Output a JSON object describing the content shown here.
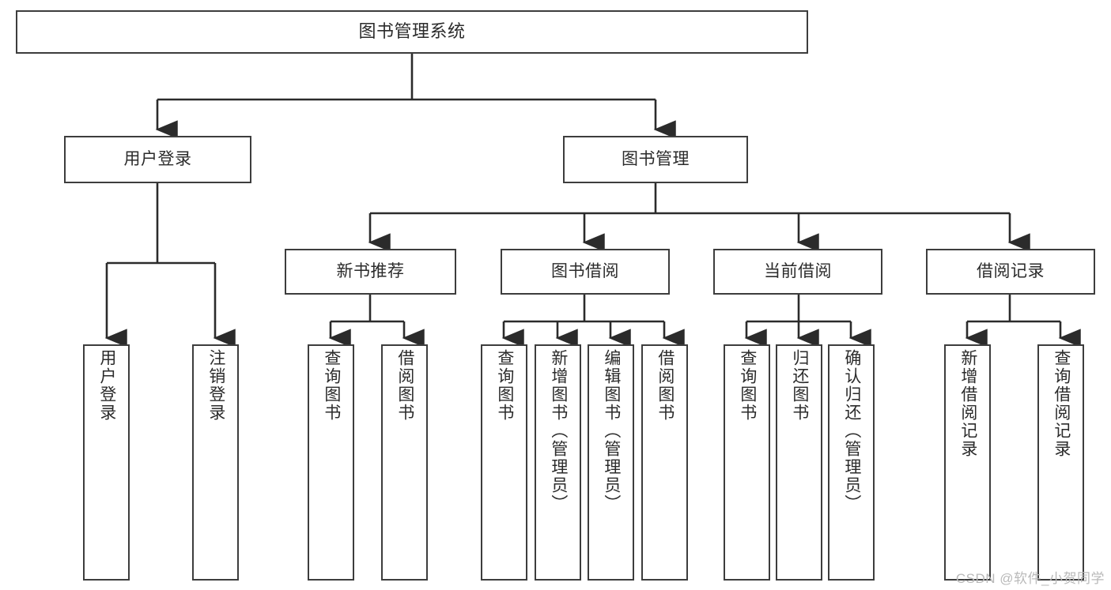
{
  "diagram": {
    "title": "图书管理系统",
    "type": "tree",
    "background_color": "#ffffff",
    "box_border_color": "#3d3d3d",
    "connector_color": "#2b2b2b",
    "text_color": "#2b2b2b"
  },
  "nodes": {
    "root": {
      "label": "图书管理系统"
    },
    "level2": [
      {
        "id": "user-login",
        "label": "用户登录"
      },
      {
        "id": "book-manage",
        "label": "图书管理"
      }
    ],
    "level3": [
      {
        "id": "new-book-recommend",
        "label": "新书推荐"
      },
      {
        "id": "book-borrow",
        "label": "图书借阅"
      },
      {
        "id": "current-borrow",
        "label": "当前借阅"
      },
      {
        "id": "borrow-record",
        "label": "借阅记录"
      }
    ],
    "leaves": {
      "user_login": [
        {
          "id": "leaf-user-login",
          "label": "用户登录"
        },
        {
          "id": "leaf-user-logout",
          "label": "注销登录"
        }
      ],
      "new_book_recommend": [
        {
          "id": "leaf-query-book-1",
          "label": "查询图书"
        },
        {
          "id": "leaf-borrow-book-1",
          "label": "借阅图书"
        }
      ],
      "book_borrow": [
        {
          "id": "leaf-query-book-2",
          "label": "查询图书"
        },
        {
          "id": "leaf-add-book",
          "label": "新增图书（管理员）"
        },
        {
          "id": "leaf-edit-book",
          "label": "编辑图书（管理员）"
        },
        {
          "id": "leaf-borrow-book-2",
          "label": "借阅图书"
        }
      ],
      "current_borrow": [
        {
          "id": "leaf-query-book-3",
          "label": "查询图书"
        },
        {
          "id": "leaf-return-book",
          "label": "归还图书"
        },
        {
          "id": "leaf-confirm-return",
          "label": "确认归还（管理员）"
        }
      ],
      "borrow_record": [
        {
          "id": "leaf-add-record",
          "label": "新增借阅记录"
        },
        {
          "id": "leaf-query-record",
          "label": "查询借阅记录"
        }
      ]
    }
  },
  "watermark": {
    "text": "CSDN @软件_小贺同学",
    "color": "#b9b9b9"
  }
}
